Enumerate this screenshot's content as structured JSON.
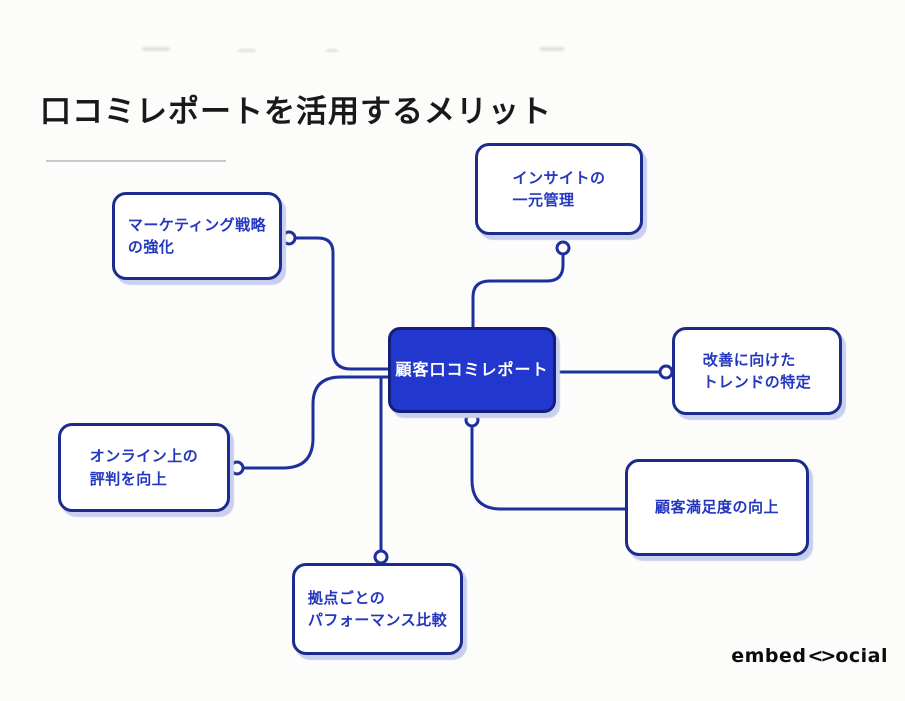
{
  "title": "口コミレポートを活用するメリット",
  "center": {
    "label": "顧客口コミレポート"
  },
  "nodes": {
    "marketing": {
      "lines": [
        "マーケティング戦略",
        "の強化"
      ]
    },
    "insight": {
      "lines": [
        "インサイトの",
        "一元管理"
      ]
    },
    "trend": {
      "lines": [
        "改善に向けた",
        "トレンドの特定"
      ]
    },
    "reputation": {
      "lines": [
        "オンライン上の",
        "評判を向上"
      ]
    },
    "satisfaction": {
      "lines": [
        "顧客満足度の向上"
      ]
    },
    "locations": {
      "lines": [
        "拠点ごとの",
        "パフォーマンス比較"
      ]
    }
  },
  "logo": {
    "prefix": "embed",
    "mark": "<>",
    "suffix": "ocial"
  },
  "colors": {
    "background": "#fcfcfa",
    "line": "#1e2f9e",
    "node_border": "#1c2c8e",
    "node_text": "#2337c0",
    "node_fill": "#ffffff",
    "center_fill": "#2137cd",
    "center_border": "#141f7d",
    "center_text": "#ffffff",
    "shadow": "#c9d0ee",
    "title_text": "#191919",
    "logo_text": "#0b0b0b"
  }
}
